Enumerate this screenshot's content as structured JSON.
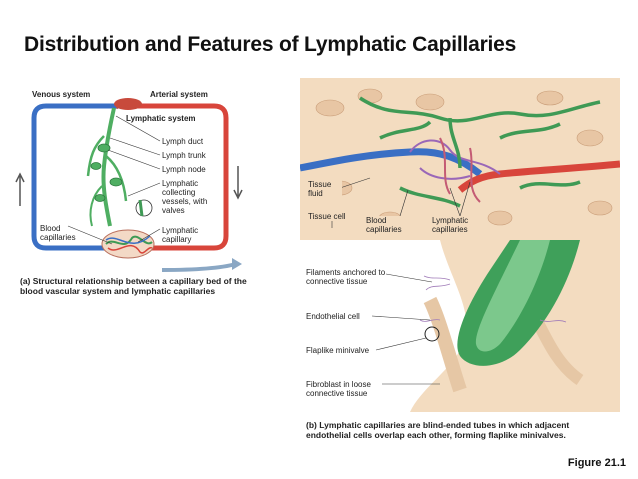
{
  "title": "Distribution and Features of Lymphatic Capillaries",
  "panel_a": {
    "venous_system": "Venous system",
    "arterial_system": "Arterial system",
    "heart": "Heart",
    "lymphatic_system": "Lymphatic system",
    "lymph_duct": "Lymph duct",
    "lymph_trunk": "Lymph trunk",
    "lymph_node": "Lymph node",
    "lymphatic_collecting_vessels": "Lymphatic collecting vessels, with valves",
    "blood_capillaries": "Blood capillaries",
    "lymphatic_capillary": "Lymphatic capillary",
    "caption_label": "(a)",
    "caption": "Structural relationship between a capillary bed of the blood vascular system and lymphatic capillaries"
  },
  "panel_top_right": {
    "tissue_fluid": "Tissue fluid",
    "tissue_cell": "Tissue cell",
    "blood_capillaries": "Blood capillaries",
    "lymphatic_capillaries": "Lymphatic capillaries"
  },
  "panel_b": {
    "filaments": "Filaments anchored to connective tissue",
    "endothelial_cell": "Endothelial cell",
    "flaplike_minivalve": "Flaplike minivalve",
    "fibroblast": "Fibroblast in loose connective tissue",
    "caption_label": "(b)",
    "caption": "Lymphatic capillaries are blind-ended tubes in which adjacent endothelial cells overlap each other, forming flaplike minivalves."
  },
  "figure_label": "Figure 21.1",
  "colors": {
    "venous": "#3a6fc4",
    "arterial": "#d8453b",
    "lymphatic": "#3f9a55",
    "tissue": "#f3dcc0"
  }
}
